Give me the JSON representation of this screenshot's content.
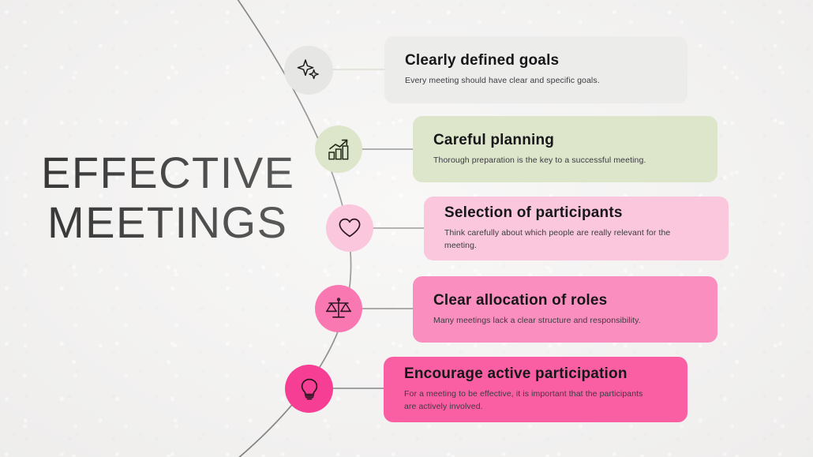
{
  "slide": {
    "background_color": "#f5f4f3",
    "title_lines": [
      "Effective",
      "Meetings"
    ],
    "title_color": "#1b1b1b",
    "arc_color": "#6b6b6b"
  },
  "items": [
    {
      "index": 1,
      "title": "Clearly defined goals",
      "description": "Every meeting should have clear and specific goals.",
      "icon": "sparkle-icon",
      "card_color": "#ececeb",
      "node_color": "#e6e6e4",
      "icon_color": "#1b1b1b",
      "connector_color": "#d8d8c8"
    },
    {
      "index": 2,
      "title": "Careful planning",
      "description": "Thorough preparation is the key to a successful meeting.",
      "icon": "bar-chart-growth-icon",
      "card_color": "#dde5ca",
      "node_color": "#dde5ca",
      "icon_color": "#1f2a18",
      "connector_color": "#555555"
    },
    {
      "index": 3,
      "title": "Selection of participants",
      "description": "Think carefully about which people are really relevant for the meeting.",
      "icon": "heart-icon",
      "card_color": "#fac7dd",
      "node_color": "#fac7dd",
      "icon_color": "#2b1520",
      "connector_color": "#555555"
    },
    {
      "index": 4,
      "title": "Clear allocation of roles",
      "description": "Many meetings lack a clear structure and responsibility.",
      "icon": "balance-scales-icon",
      "card_color": "#fa8ebe",
      "node_color": "#f978b2",
      "icon_color": "#2b1520",
      "connector_color": "#555555"
    },
    {
      "index": 5,
      "title": "Encourage active participation",
      "description": "For a meeting to be effective, it is important that the participants are actively involved.",
      "icon": "lightbulb-icon",
      "card_color": "#fa5fa3",
      "node_color": "#f73e95",
      "icon_color": "#2b1520",
      "connector_color": "#555555"
    }
  ]
}
